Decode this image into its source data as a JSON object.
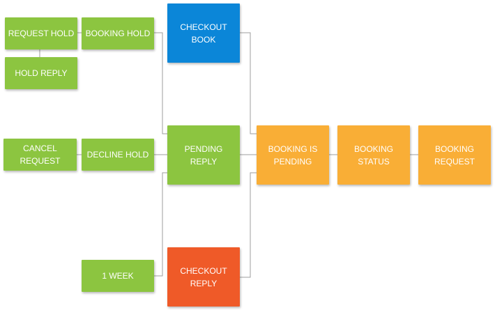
{
  "colors": {
    "green": "#8cc540",
    "blue": "#0b86d8",
    "red": "#ef5a28",
    "orange": "#f9ae36",
    "connector": "#9e9e9e"
  },
  "nodes": {
    "request_hold": "REQUEST HOLD",
    "hold_reply": "HOLD REPLY",
    "booking_hold": "BOOKING HOLD",
    "checkout_book": "CHECKOUT\nBOOK",
    "cancel_request": "CANCEL REQUEST",
    "decline_hold": "DECLINE HOLD",
    "pending_reply": "PENDING\nREPLY",
    "booking_is_pending": "BOOKING IS\nPENDING",
    "booking_status": "BOOKING\nSTATUS",
    "booking_request": "BOOKING\nREQUEST",
    "one_week": "1 WEEK",
    "checkout_reply": "CHECKOUT\nREPLY"
  }
}
